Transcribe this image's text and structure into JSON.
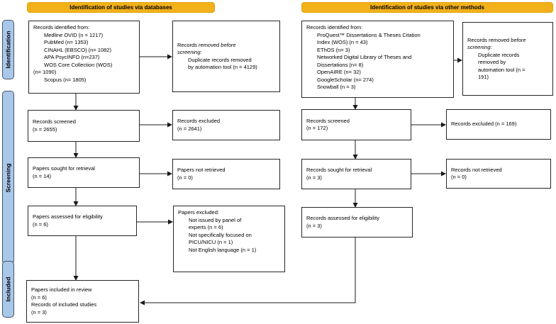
{
  "banners": {
    "databases": "Identification of studies via databases",
    "other": "Identification of studies via other methods"
  },
  "stages": {
    "identification": "Identification",
    "screening": "Screening",
    "included": "Included"
  },
  "colors": {
    "banner_fill": "#F2B11B",
    "banner_border": "#DFA106",
    "stage_fill": "#A9C7E8",
    "stage_border": "#44546A",
    "box_border": "#262626",
    "arrow": "#1A1A1A"
  },
  "boxes": {
    "a1": {
      "lines": [
        "Records identified from:",
        "Medline OVID (n = 1217)",
        "PubMed (n= 1353)",
        "CINAHL (EBSCO) (n= 1082)",
        "APA PsycINFO (n=237)",
        "WOS Core Collection (WOS)",
        "(n= 1090)",
        "Scopus (n= 1805)"
      ]
    },
    "b1": {
      "l0a": "Records removed ",
      "l0b": "before",
      "l1a": "screening",
      "l1b": ":",
      "l2": "Duplicate records removed",
      "l3": "by automation tool (n = 4129)"
    },
    "a2": {
      "lines": [
        "Records screened",
        "(n = 2655)"
      ]
    },
    "b2": {
      "lines": [
        "Records excluded",
        "(n = 2641)"
      ]
    },
    "a3": {
      "lines": [
        "Papers sought for retrieval",
        "(n = 14)"
      ]
    },
    "b3": {
      "lines": [
        "Papers not retrieved",
        "(n = 0)"
      ]
    },
    "a4": {
      "lines": [
        "Papers assessed for eligibility",
        "(n = 6)"
      ]
    },
    "b4": {
      "lines": [
        "Papers excluded:",
        "Not issued by panel of",
        "experts (n = 6)",
        "Not specifically focused on",
        "PICU/NICU (n = 1)",
        "Not English language (n = 1)"
      ]
    },
    "a5": {
      "lines": [
        "Papers included in review",
        "(n = 6)",
        "Records of included studies",
        "(n = 3)"
      ]
    },
    "c1": {
      "lines": [
        "Records identified from:",
        "ProQuest™ Dissertations & Theses Citation",
        "Index (WOS) (n = 43)",
        "EThOS (n= 3)",
        "Networked Digital Library of Theses and",
        "Dissertations (n= 8)",
        "OpenAIRE (n= 32)",
        "GoogleScholar (n= 274)",
        "Snowball (n = 3)"
      ]
    },
    "d1": {
      "l0a": "Records removed ",
      "l0b": "before",
      "l1a": "screening",
      "l1b": ":",
      "l2": "Duplicate records",
      "l3": "removed by",
      "l4": "automation tool (n =",
      "l5": "191)"
    },
    "c2": {
      "lines": [
        "Records screened",
        "(n = 172)"
      ]
    },
    "d2": {
      "lines": [
        "Records excluded (n = 169)"
      ]
    },
    "c3": {
      "lines": [
        "Records sought for retrieval",
        "(n = 3)"
      ]
    },
    "d3": {
      "lines": [
        "Records not retrieved",
        "(n = 0)"
      ]
    },
    "c4": {
      "lines": [
        "Records assessed for eligibility",
        "(n = 3)"
      ]
    }
  }
}
